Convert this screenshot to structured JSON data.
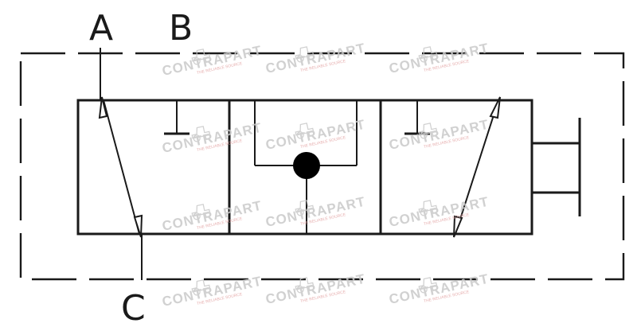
{
  "ports": {
    "a": "A",
    "b": "B",
    "c": "C"
  },
  "watermark": {
    "text": "CONTRAPART",
    "subtext": "THE RELIABLE SOURCE",
    "icon": "tractor-icon"
  },
  "colors": {
    "line": "#1a1a1a",
    "watermark": "#c9c9c9",
    "watermark_sub": "#e2a0a0",
    "background": "#ffffff"
  }
}
